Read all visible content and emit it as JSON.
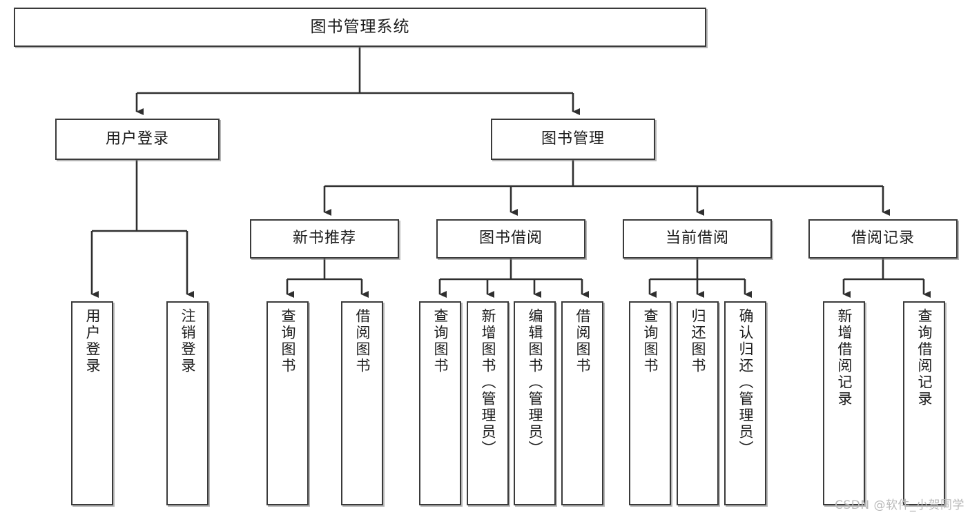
{
  "diagram": {
    "kind": "tree-hierarchy-chart",
    "root": {
      "label": "图书管理系统"
    },
    "level2": {
      "user_login": {
        "label": "用户登录"
      },
      "book_manage": {
        "label": "图书管理"
      }
    },
    "level3": {
      "new_book_recommend": {
        "label": "新书推荐"
      },
      "book_borrow": {
        "label": "图书借阅"
      },
      "current_borrow": {
        "label": "当前借阅"
      },
      "borrow_record": {
        "label": "借阅记录"
      }
    },
    "leaves": {
      "user_login": [
        {
          "label": "用户登录"
        },
        {
          "label": "注销登录"
        }
      ],
      "new_book_recommend": [
        {
          "label": "查询图书"
        },
        {
          "label": "借阅图书"
        }
      ],
      "book_borrow": [
        {
          "label": "查询图书"
        },
        {
          "label": "新增图书（管理员）"
        },
        {
          "label": "编辑图书（管理员）"
        },
        {
          "label": "借阅图书"
        }
      ],
      "current_borrow": [
        {
          "label": "查询图书"
        },
        {
          "label": "归还图书"
        },
        {
          "label": "确认归还（管理员）"
        }
      ],
      "borrow_record": [
        {
          "label": "新增借阅记录"
        },
        {
          "label": "查询借阅记录"
        }
      ]
    }
  },
  "watermark": {
    "text": "CSDN @软件_小贺同学"
  },
  "colors": {
    "box_border": "#3a3a3a",
    "box_fill": "#ffffff",
    "connector": "#2f2f2f",
    "text": "#1c1c1c",
    "watermark": "#b9b9b9",
    "background": "#ffffff"
  }
}
